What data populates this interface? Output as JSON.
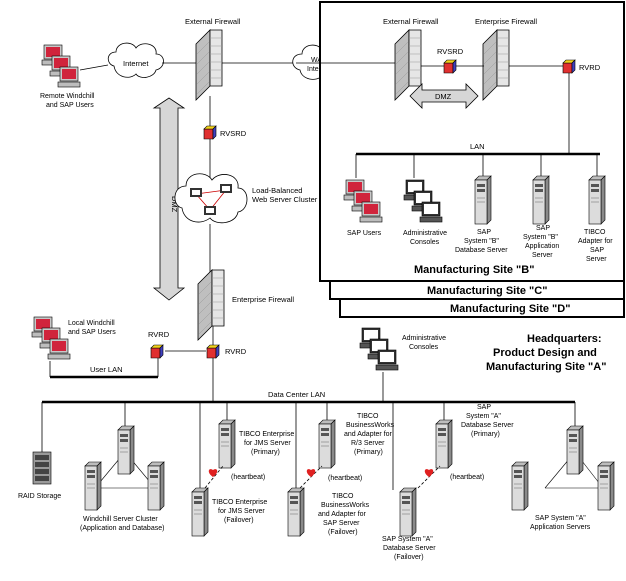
{
  "labels": {
    "external_firewall_left": "External Firewall",
    "internet": "Internet",
    "remote_users": [
      "Remote Windchill",
      "and SAP Users"
    ],
    "wan_internet": [
      "WAN/",
      "Internet"
    ],
    "rvsrd_left": "RVSRD",
    "dmz_vertical": "DMZ",
    "web_cluster": [
      "Load-Balanced",
      "Web Server Cluster"
    ],
    "enterprise_firewall_left": "Enterprise Firewall",
    "local_users": [
      "Local Windchill",
      "and SAP Users"
    ],
    "rvrd_user": "RVRD",
    "rvrd_dc": "RVRD",
    "user_lan": "User LAN",
    "admin_consoles_hq": [
      "Administrative",
      "Consoles"
    ],
    "headquarters": [
      "Headquarters:",
      "Product Design and",
      "Manufacturing Site \"A\""
    ],
    "data_center_lan": "Data Center LAN",
    "raid": "RAID Storage",
    "windchill_cluster": [
      "Windchill Server Cluster",
      "(Application and Database)"
    ],
    "jms_primary": [
      "TIBCO Enterprise",
      "for JMS Server",
      "(Primary)"
    ],
    "jms_failover": [
      "TIBCO Enterprise",
      "for JMS Server",
      "(Failover)"
    ],
    "bw_primary": [
      "TIBCO",
      "BusinessWorks",
      "and Adapter for",
      "R/3 Server",
      "(Primary)"
    ],
    "bw_failover": [
      "TIBCO",
      "BusinessWorks",
      "and Adapter for",
      "SAP Server",
      "(Failover)"
    ],
    "sap_db_primary": [
      "SAP",
      "System \"A\"",
      "Database Server",
      "(Primary)"
    ],
    "sap_db_failover": [
      "SAP System \"A\"",
      "Database Server",
      "(Failover)"
    ],
    "sap_app_servers": [
      "SAP System \"A\"",
      "Application Servers"
    ],
    "heartbeat": "(heartbeat)",
    "site_b": {
      "external_firewall": "External Firewall",
      "enterprise_firewall": "Enterprise Firewall",
      "rvsrd": "RVSRD",
      "rvrd": "RVRD",
      "dmz": "DMZ",
      "lan": "LAN",
      "sap_users": "SAP Users",
      "admin_consoles": [
        "Administrative",
        "Consoles"
      ],
      "sap_db": [
        "SAP",
        "System \"B\"",
        "Database Server"
      ],
      "sap_app": [
        "SAP",
        "System \"B\"",
        "Application",
        "Server"
      ],
      "tibco_adapter": [
        "TIBCO",
        "Adapter for",
        "SAP",
        "Server"
      ],
      "title": "Manufacturing Site \"B\""
    },
    "site_c": "Manufacturing Site \"C\"",
    "site_d": "Manufacturing Site \"D\""
  },
  "colors": {
    "firewall_fill": "#d9d9d9",
    "cube_front": "#e03030",
    "cube_top": "#f2d21c",
    "cube_side": "#4040c0",
    "screen": "#d0243c",
    "heart": "#e02020"
  }
}
